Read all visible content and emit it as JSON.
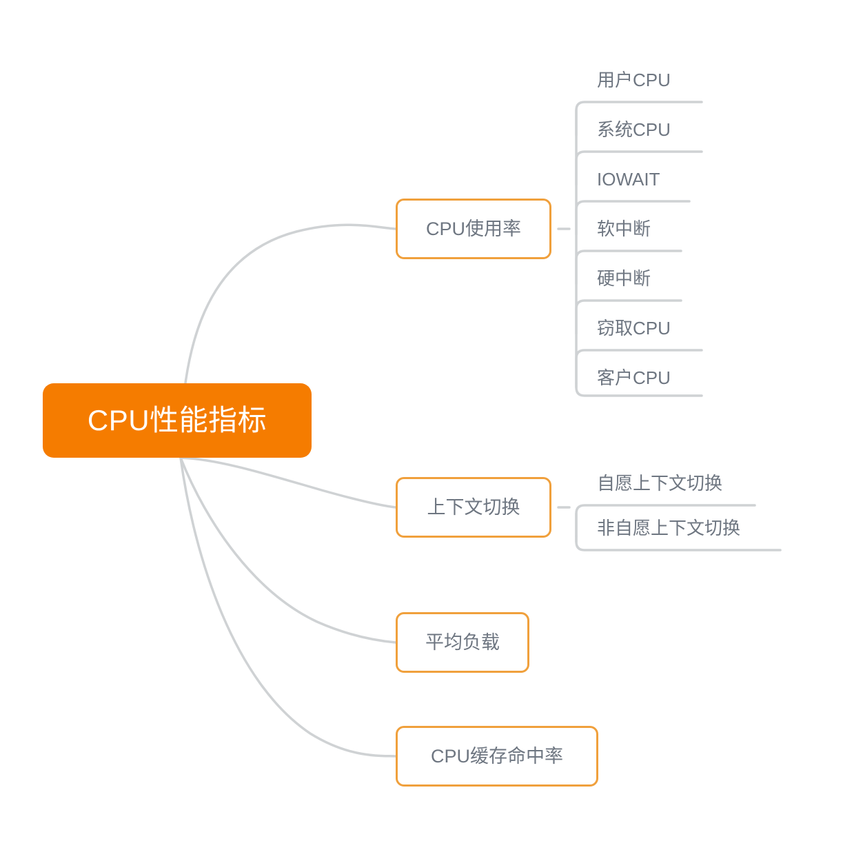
{
  "diagram": {
    "type": "mindmap",
    "title": "CPU性能指标",
    "root": {
      "label": "CPU性能指标",
      "fill_color": "#F57C00",
      "text_color": "#FFFFFF"
    },
    "branch_style": {
      "border_color": "#F0A03C",
      "fill_color": "#FFFFFF",
      "text_color": "#6E7681"
    },
    "connector_color": "#CFD2D4",
    "branches": [
      {
        "label": "CPU使用率",
        "children": [
          {
            "label": "用户CPU"
          },
          {
            "label": "系统CPU"
          },
          {
            "label": "IOWAIT"
          },
          {
            "label": "软中断"
          },
          {
            "label": "硬中断"
          },
          {
            "label": "窃取CPU"
          },
          {
            "label": "客户CPU"
          }
        ]
      },
      {
        "label": "上下文切换",
        "children": [
          {
            "label": "自愿上下文切换"
          },
          {
            "label": "非自愿上下文切换"
          }
        ]
      },
      {
        "label": "平均负载",
        "children": []
      },
      {
        "label": "CPU缓存命中率",
        "children": []
      }
    ]
  }
}
